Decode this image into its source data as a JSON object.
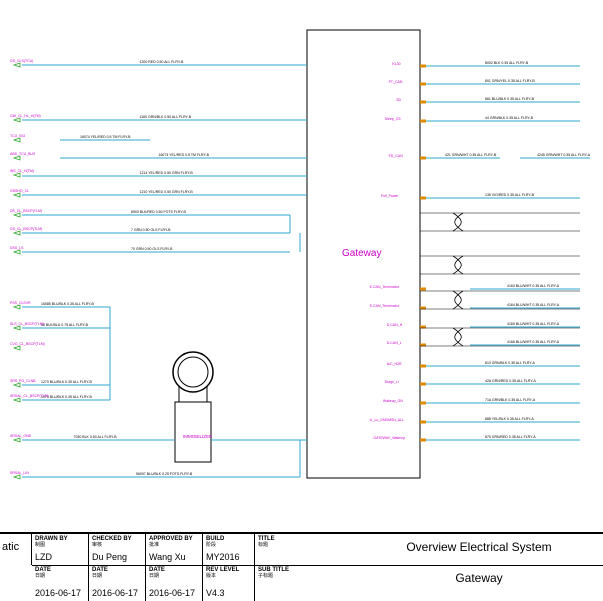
{
  "diagram": {
    "gateway_label": "Gateway",
    "immobilizer_label": "IMMOBILIZER",
    "left_connectors": [
      "GS_CLS(TCU)",
      "GW_CL_HL_H(TM)",
      "TCU_SIG",
      "ABS_TCU_BUS",
      "WS_CL_H(TM)",
      "GSSHO_CL",
      "DS_CL_BSCP(TLM)",
      "GS_CL_BSCP(TLM)",
      "DSS_LS",
      "PSS_CLSVR",
      "SLS_CL_BSCP(TLM)",
      "CVG_CL_BSCP(TLM)",
      "SRS_PO_CLNB",
      "SRSAL_CL_BSCP(TLM)",
      "SRSAL_GND",
      "SRSAL_LIN"
    ],
    "wire_labels_left": [
      "1200 RED 0.50 ALL FLRY-B",
      "1160 GRN/BLK 0.50 ALL FLRY-B",
      "16074 YEL/RED 0.5 TM FLRY-B",
      "16073 YEL/RED 0.5 TM FLRY-B",
      "1214 YEL/RED 0.50 GRN FLRY-B",
      "1210 YEL/RED 0.50 GRN FLRY-B",
      "8903 BLK/RED 0.50 FOTS FLRY-B",
      "7 GRN 0.50 OLS FLRY-B",
      "70 GRN 0.50 OLS FLRY-B",
      "16085 BLU/BLK 0.35 ALL FLRY-B",
      "56 BLK/BLU 0.75 ALL FLRY-B",
      "1270 BLU/BLK 0.35 ALL FLRY-B",
      "1076 BLU/BLK 0.35 ALL FLRY-B",
      "7030 BLK 0.50 ALL FLRY-B",
      "56097 BLU/BLK 0.25 FOTS FLRY-B"
    ],
    "wire_labels_right": [
      "8002 BLK 0.35 ALL FLRY-B",
      "801 GRN/YEL 0.35 ALL FLRY-B",
      "861 BLU/BLK 0.35 ALL FLRY-B",
      "44 GRN/BLK 0.35 ALL FLRY-B",
      "421 GRN/WHT 0.35 ALL FLRY-B",
      "4245 GRN/WHT 0.35 ALL FLRY-A",
      "135 VIO/RED 0.35 ALL FLRY-B",
      "4163 BLU/WHT 0.35 ALL FLRY-A",
      "4164 BLU/WHT 0.35 ALL FLRY-A",
      "4165 BLU/WHT 0.35 ALL FLRY-A",
      "4166 BLU/WHT 0.35 ALL FLRY-A",
      "813 GRN/BLK 0.35 ALL FLRY-A",
      "42A GRN/RED 0.35 ALL FLRY-A",
      "71A GRN/BLK 0.35 ALL FLRY-A",
      "888 YEL/BLK 0.35 ALL FLRY-A",
      "870 GRN/RED 0.35 ALL FLRY-A"
    ],
    "port_labels_right": [
      "KL30",
      "PT_CAN",
      "SD",
      "Sleep_CS",
      "FD_CAN",
      "Full_Power",
      "E-CAN_Terminator",
      "E-CAN_Terminator",
      "D-CAN_H",
      "D-CAN_L",
      "A/C_H2R",
      "Diagn_Li",
      "Wakeup_GN",
      "IL_Lo_GNDMSN_ALL",
      "GATEWAY_Wakeup"
    ]
  },
  "title_block": {
    "cut_label": "atic",
    "drawn_by": {
      "head": "DRAWN BY",
      "sub": "制图",
      "value": "LZD"
    },
    "checked_by": {
      "head": "CHECKED BY",
      "sub": "审核",
      "value": "Du Peng"
    },
    "approved_by": {
      "head": "APPROVED BY",
      "sub": "批准",
      "value": "Wang Xu"
    },
    "build": {
      "head": "BUILD",
      "sub": "阶段",
      "value": "MY2016"
    },
    "title": {
      "head": "TITLE",
      "sub": "标题",
      "value": "Overview Electrical System"
    },
    "date1": {
      "head": "DATE",
      "sub": "日期",
      "value": "2016-06-17"
    },
    "date2": {
      "head": "DATE",
      "sub": "日期",
      "value": "2016-06-17"
    },
    "date3": {
      "head": "DATE",
      "sub": "日期",
      "value": "2016-06-17"
    },
    "rev_level": {
      "head": "REV LEVEL",
      "sub": "版本",
      "value": "V4.3"
    },
    "sub_title": {
      "head": "SUB TITLE",
      "sub": "子标题",
      "value": "Gateway"
    }
  },
  "colors": {
    "wire": "#2aa7d0",
    "label_magenta": "#cc00cc",
    "label_green": "#22aa22",
    "terminal": "#e08a00",
    "line": "#000000"
  }
}
